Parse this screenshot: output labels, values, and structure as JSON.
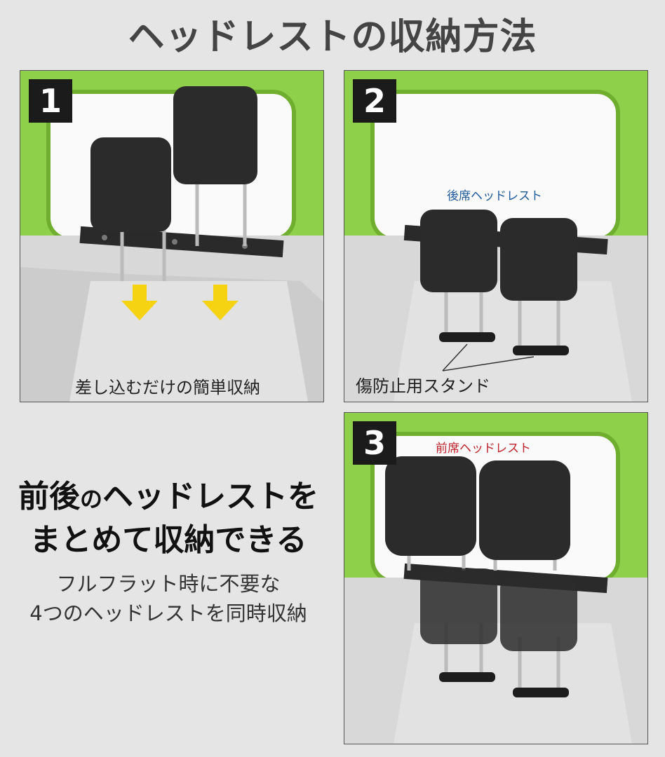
{
  "title": "ヘッドレストの収納方法",
  "steps": [
    {
      "number": "1",
      "caption": "差し込むだけの簡単収納"
    },
    {
      "number": "2",
      "caption": "傷防止用スタンド",
      "label": "後席ヘッドレスト"
    },
    {
      "number": "3",
      "label": "前席ヘッドレスト"
    }
  ],
  "headline": {
    "line1_a": "前後",
    "line1_b": "の",
    "line1_c": "ヘッドレストを",
    "line2": "まとめて収納できる"
  },
  "subtext": {
    "line1": "フルフラット時に不要な",
    "line2": "4つのヘッドレストを同時収納"
  },
  "colors": {
    "body_green": "#8fd04a",
    "arrow_yellow": "#f5d313",
    "headrest": "#2b2b2b",
    "label_blue": "#1f5a9a",
    "label_red": "#c0242c"
  }
}
